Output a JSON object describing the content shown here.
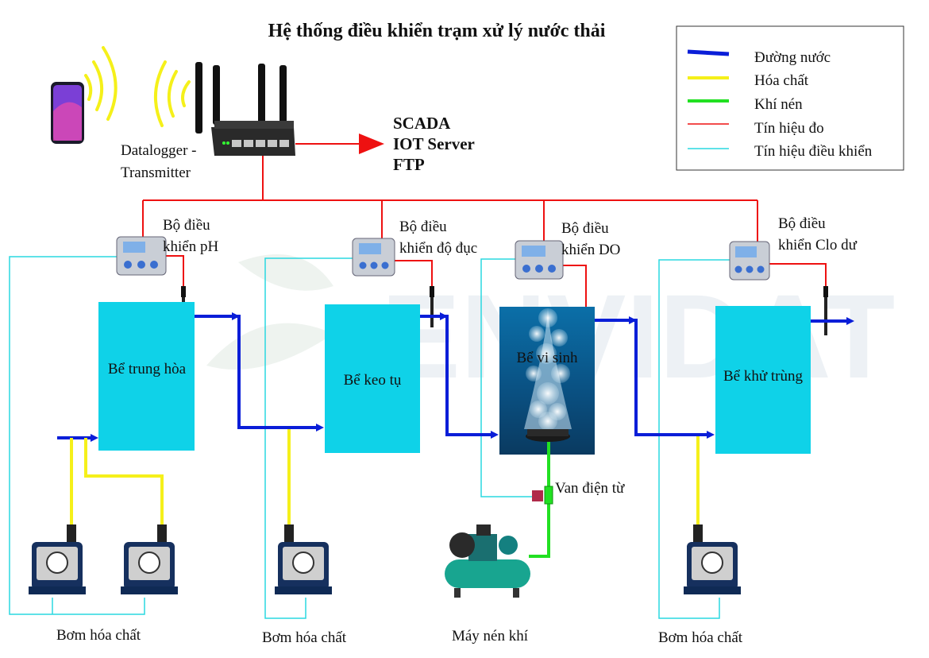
{
  "title": "Hệ thống điều khiển trạm xử lý nước thải",
  "legend": {
    "items": [
      {
        "label": "Đường nước",
        "color": "#0a1ed8"
      },
      {
        "label": "Hóa chất",
        "color": "#f5f01a"
      },
      {
        "label": "Khí nén",
        "color": "#22e022"
      },
      {
        "label": "Tín hiệu đo",
        "color": "#ee1111"
      },
      {
        "label": "Tín hiệu điều khiển",
        "color": "#2ad8e0"
      }
    ]
  },
  "datalogger": {
    "line1": "Datalogger -",
    "line2": "Transmitter"
  },
  "servers": [
    "SCADA",
    "IOT Server",
    "FTP"
  ],
  "controllers": [
    {
      "line1": "Bộ điều",
      "line2": "khiển pH"
    },
    {
      "line1": "Bộ điều",
      "line2": "khiển độ đục"
    },
    {
      "line1": "Bộ điều",
      "line2": "khiển DO"
    },
    {
      "line1": "Bộ điều",
      "line2": "khiển Clo dư"
    }
  ],
  "tanks": [
    "Bể trung hòa",
    "Bể keo tụ",
    "Bể vi sinh",
    "Bể khử trùng"
  ],
  "valve": "Van điện từ",
  "equipment": {
    "pump1": "Bơm hóa chất",
    "pump2": "Bơm hóa chất",
    "compressor": "Máy nén khí",
    "pump3": "Bơm hóa chất"
  },
  "watermark": "ENVIDAT",
  "colors": {
    "tank": "#0fd2e8",
    "water": "#0a1ed8",
    "chem": "#f5f01a",
    "air": "#22e022",
    "signal": "#ee1111",
    "control": "#2ad8e0"
  }
}
